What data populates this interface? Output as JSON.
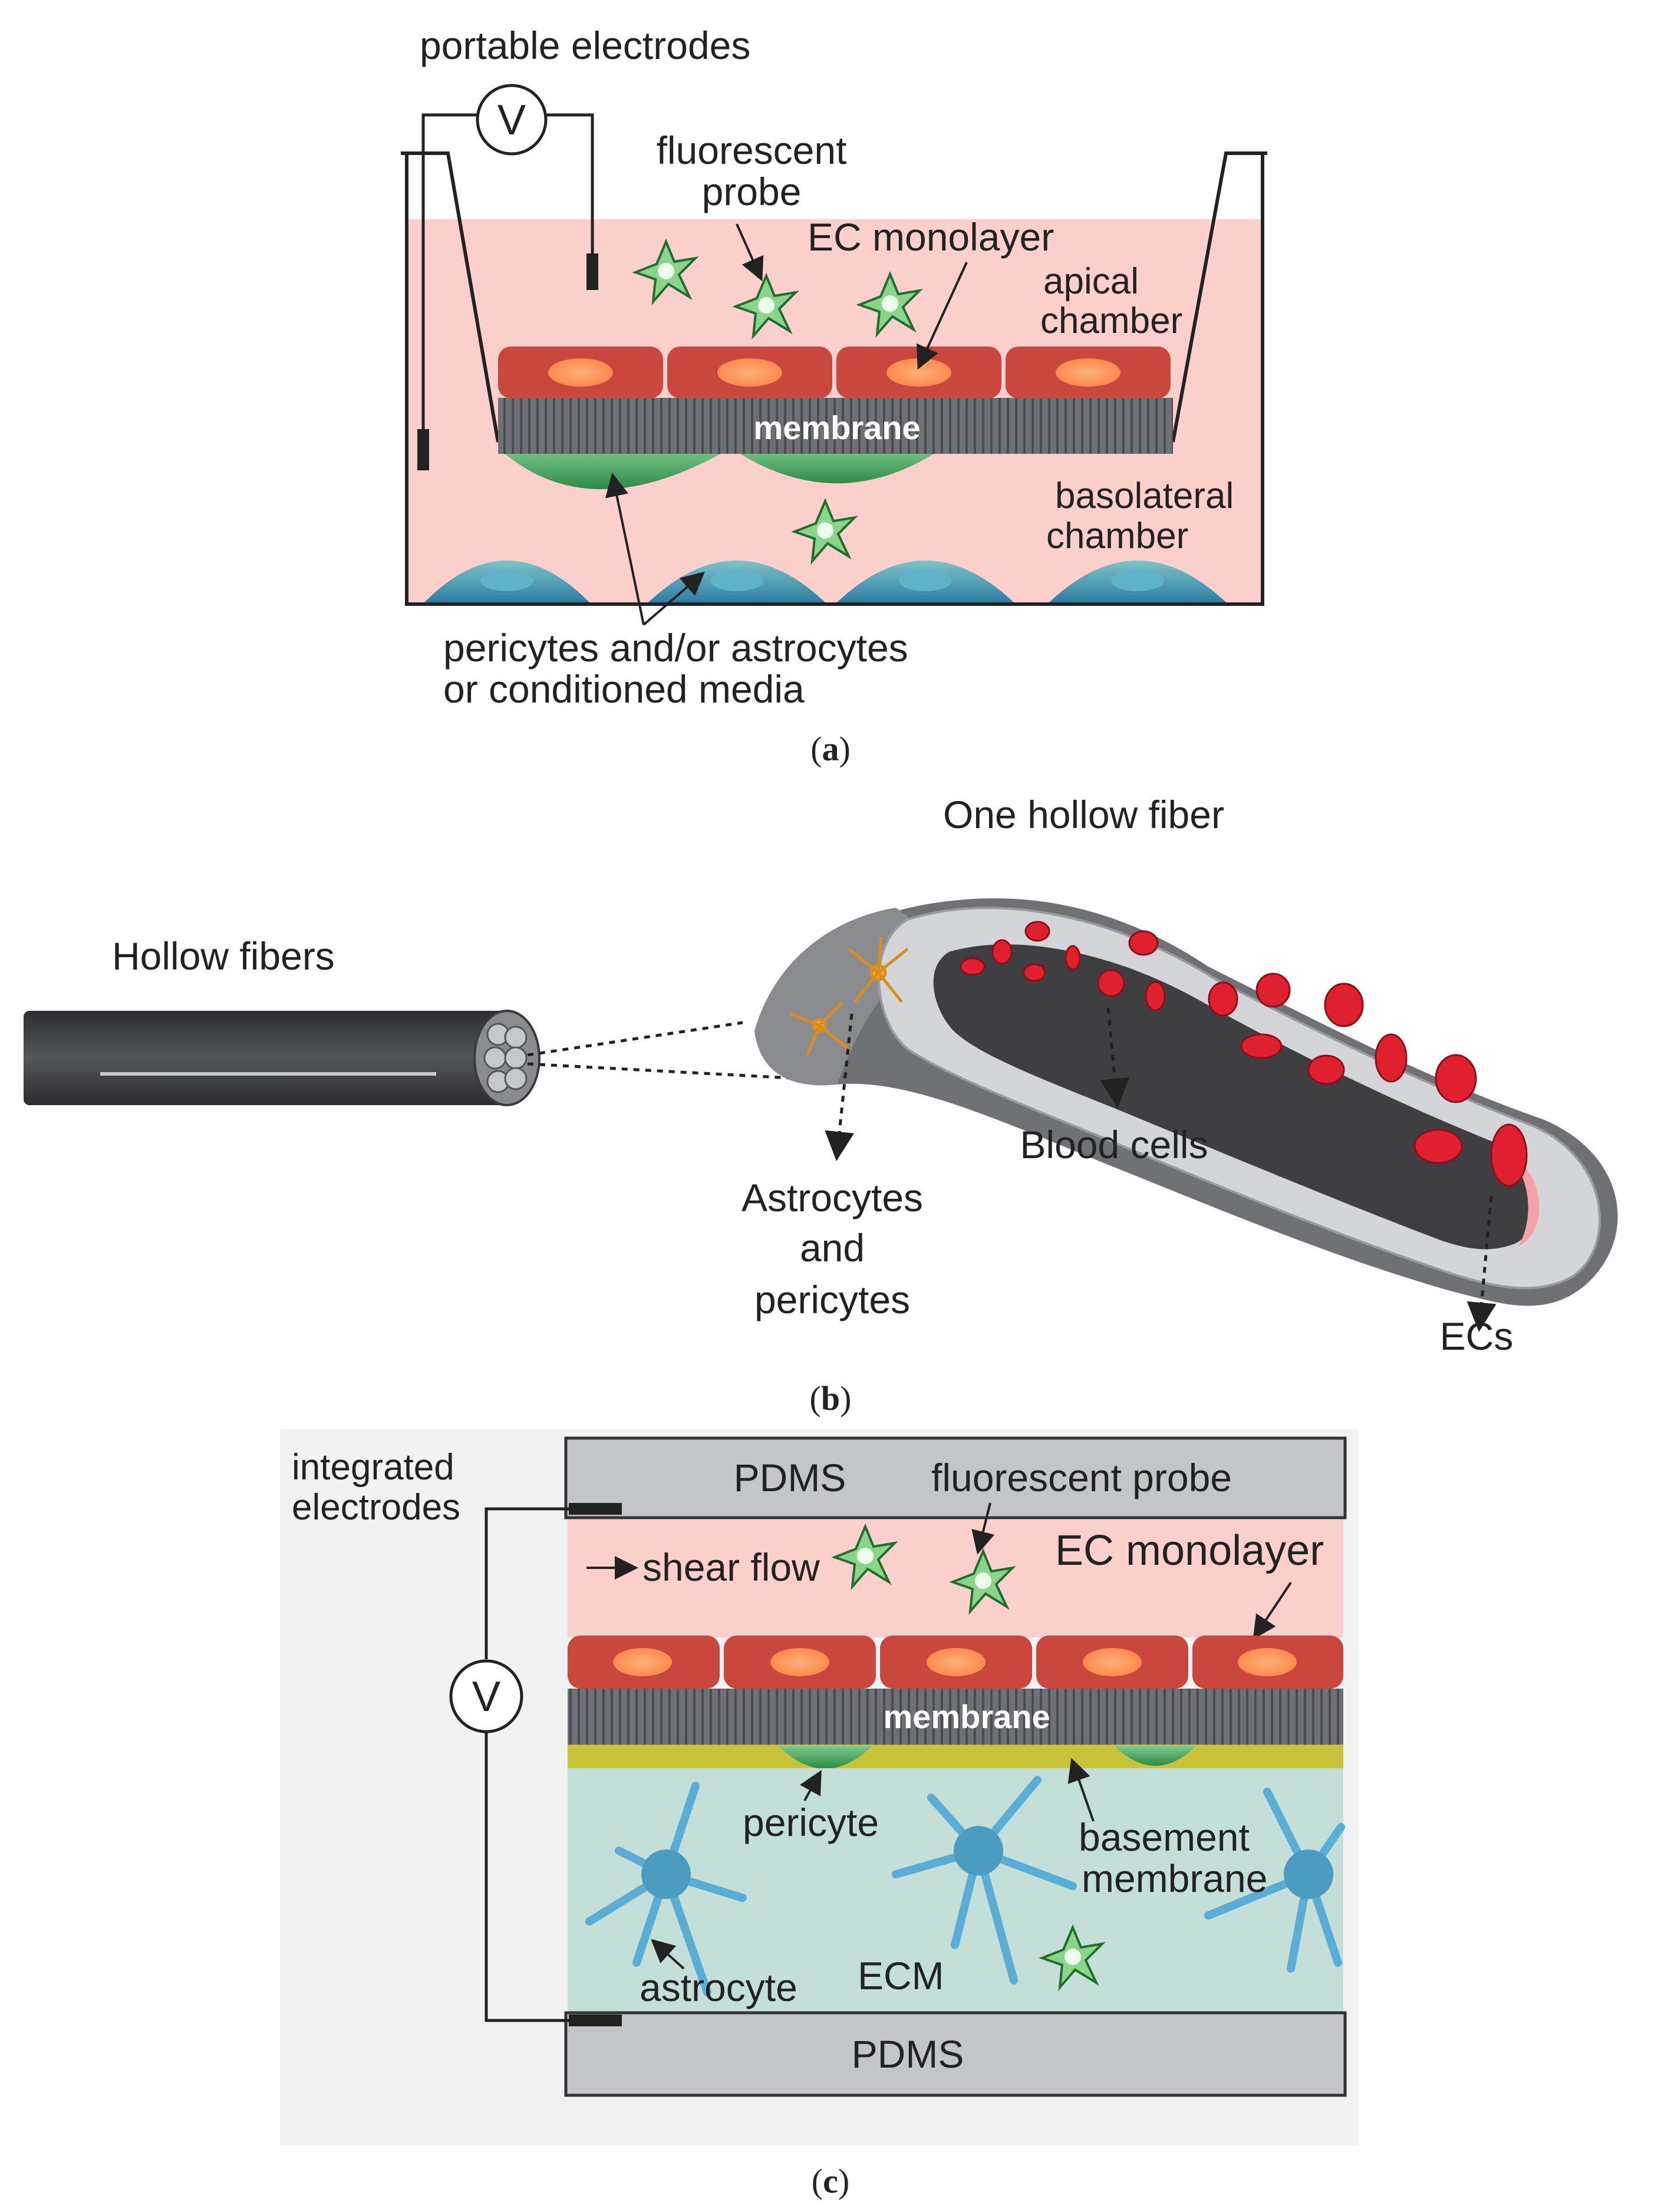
{
  "colors": {
    "medium_pink": "#fbd0cc",
    "ec_cell": "#c9473c",
    "ec_nucleus": "#ff9a5e",
    "membrane": "#6e7076",
    "pericyte": "#54b06a",
    "astro_cell": "#4c9bc0",
    "ecm": "#c3dfd7",
    "basement": "#c8c43a",
    "pdms": "#c4c5c9",
    "rbc": "#e0202f",
    "fiber_dark": "#3d3d3f",
    "probe": "#48b348"
  },
  "panel_a": {
    "caption_letter": "a",
    "labels": {
      "portable_electrodes": "portable electrodes",
      "voltmeter": "V",
      "fluorescent_probe_1": "fluorescent",
      "fluorescent_probe_2": "probe",
      "ec_monolayer": "EC monolayer",
      "apical_1": "apical",
      "apical_2": "chamber",
      "membrane": "membrane",
      "basolateral_1": "basolateral",
      "basolateral_2": "chamber",
      "pericytes_1": "pericytes and/or astrocytes",
      "pericytes_2": "or conditioned media"
    }
  },
  "panel_b": {
    "caption_letter": "b",
    "labels": {
      "hollow_fibers": "Hollow fibers",
      "one_hollow_fiber": "One hollow fiber",
      "blood_cells": "Blood cells",
      "astro_1": "Astrocytes",
      "astro_2": "and",
      "astro_3": "pericytes",
      "ecs": "ECs"
    }
  },
  "panel_c": {
    "caption_letter": "c",
    "labels": {
      "integrated_1": "integrated",
      "integrated_2": "electrodes",
      "voltmeter": "V",
      "pdms_top": "PDMS",
      "fluorescent_probe": "fluorescent probe",
      "shear_flow": "shear flow",
      "ec_monolayer": "EC monolayer",
      "membrane": "membrane",
      "pericyte": "pericyte",
      "basement_1": "basement",
      "basement_2": "membrane",
      "astrocyte": "astrocyte",
      "ecm": "ECM",
      "pdms_bottom": "PDMS"
    }
  }
}
